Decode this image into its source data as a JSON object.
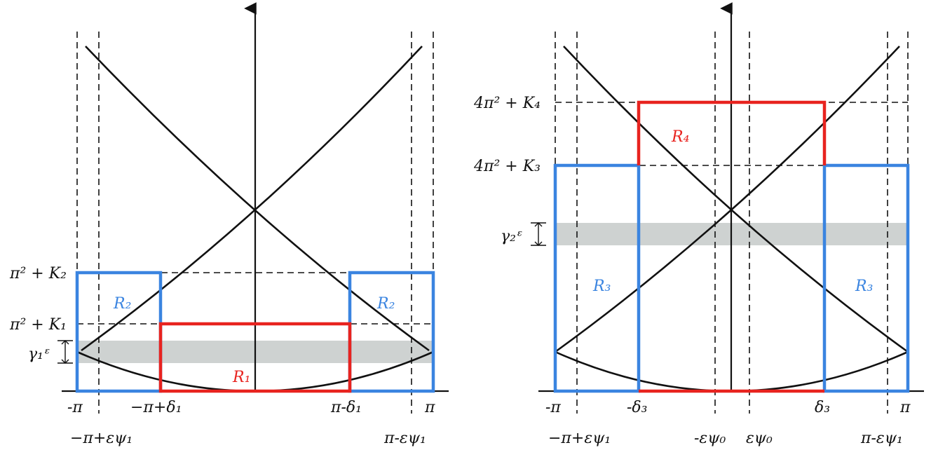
{
  "colors": {
    "red_region": "#e8231f",
    "blue_region": "#3a84e0",
    "band": "#c9cdcc",
    "ink": "#111111"
  },
  "left_panel": {
    "x_ticks": {
      "neg_pi": "-π",
      "neg_pi_plus_delta1": "−π+δ₁",
      "pi_minus_delta1": "π-δ₁",
      "pi": "π",
      "neg_pi_plus_eps_psi1": "−π+εψ₁",
      "pi_minus_eps_psi1": "π-εψ₁"
    },
    "y_ticks": {
      "k2": "π² + K₂",
      "k1": "π² + K₁"
    },
    "band_label": "γ₁ᵋ",
    "regions": {
      "r1": "R₁",
      "r2_left": "R₂",
      "r2_right": "R₂"
    }
  },
  "right_panel": {
    "x_ticks": {
      "neg_pi": "-π",
      "neg_delta3": "-δ₃",
      "delta3": "δ₃",
      "pi": "π",
      "neg_pi_plus_eps_psi1": "−π+εψ₁",
      "neg_eps_psi0": "-εψ₀",
      "eps_psi0": "εψ₀",
      "pi_minus_eps_psi1": "π-εψ₁"
    },
    "y_ticks": {
      "k4": "4π² + K₄",
      "k3": "4π² + K₃"
    },
    "band_label": "γ₂ᵋ",
    "regions": {
      "r4": "R₄",
      "r3_left": "R₃",
      "r3_right": "R₃"
    }
  }
}
